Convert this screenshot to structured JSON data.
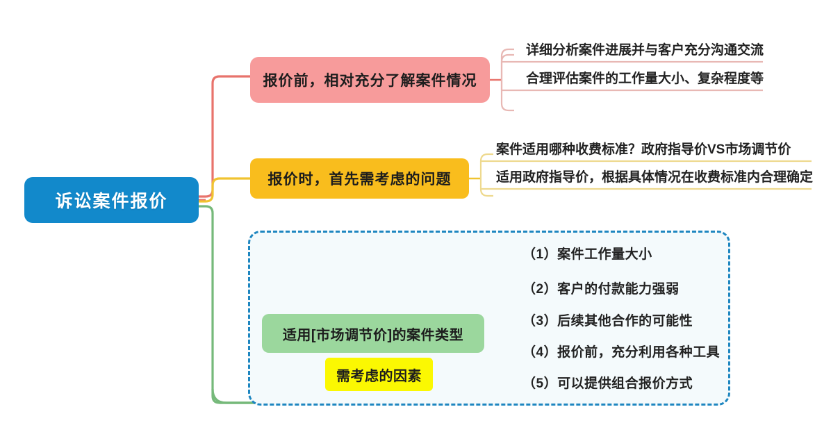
{
  "diagram": {
    "type": "mindmap",
    "title": "诉讼案件报价",
    "background": "#ffffff"
  },
  "root": {
    "label": "诉讼案件报价",
    "color": "#1289CB",
    "text_color": "#ffffff"
  },
  "branches": [
    {
      "id": "branch-1",
      "label": "报价前，相对充分了解案件情况",
      "color": "#F79B9B",
      "line_color": "#E8736C",
      "leaves": [
        {
          "label": "详细分析案件进展并与客户充分沟通交流"
        },
        {
          "label": "合理评估案件的工作量大小、复杂程度等"
        }
      ]
    },
    {
      "id": "branch-2",
      "label": "报价时，首先需考虑的问题",
      "color": "#F9BD1D",
      "line_color": "#F0C330",
      "leaves": [
        {
          "label": "案件适用哪种收费标准？政府指导价VS市场调节价"
        },
        {
          "label": "适用政府指导价，根据具体情况在收费标准内合理确定"
        }
      ]
    },
    {
      "id": "branch-3",
      "label": "适用[市场调节价]的案件类型",
      "tag_label": "需考虑的因素",
      "color": "#9BD79D",
      "tag_color": "#FBF802",
      "line_color": "#76B97A",
      "group_border_color": "#1E86C0",
      "group_fill_color": "#F4FAFC",
      "leaves": [
        {
          "label": "（1）案件工作量大小"
        },
        {
          "label": "（2）客户的付款能力强弱"
        },
        {
          "label": "（3）后续其他合作的可能性"
        },
        {
          "label": "（4）报价前，充分利用各种工具"
        },
        {
          "label": "（5）可以提供组合报价方式"
        }
      ]
    }
  ]
}
